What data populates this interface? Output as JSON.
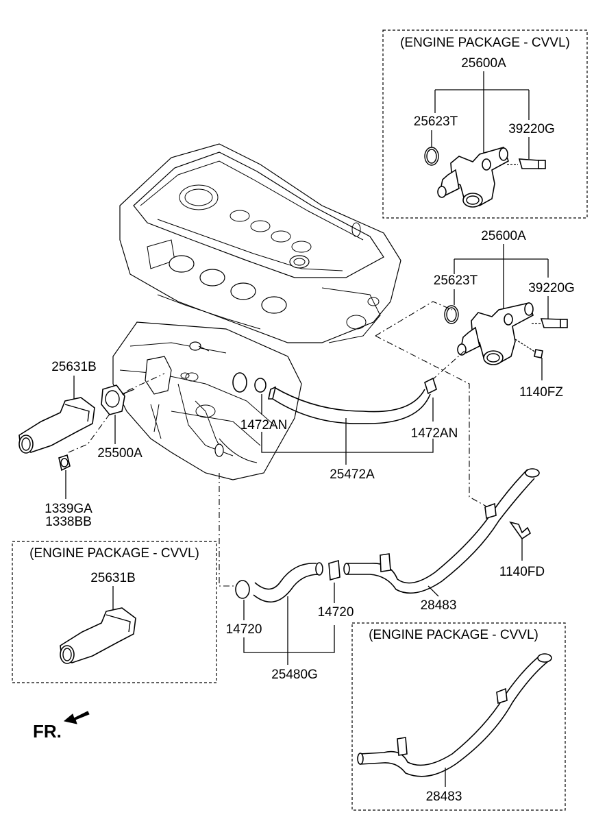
{
  "packages": {
    "top_right": "(ENGINE PACKAGE - CVVL)",
    "left": "(ENGINE PACKAGE - CVVL)",
    "bottom_right": "(ENGINE PACKAGE - CVVL)"
  },
  "labels": {
    "pkg_tr_assembly": "25600A",
    "pkg_tr_gasket": "25623T",
    "pkg_tr_sensor": "39220G",
    "assembly": "25600A",
    "gasket": "25623T",
    "sensor": "39220G",
    "bolt_fz": "1140FZ",
    "thermostat_cover": "25631B",
    "thermostat": "25500A",
    "plug_1": "1339GA",
    "plug_2": "1338BB",
    "clamp_left": "1472AN",
    "clamp_right": "1472AN",
    "hose_upper": "25472A",
    "pkg_left_cover": "25631B",
    "bolt_fd": "1140FD",
    "pipe": "28483",
    "clamp_lower_left": "14720",
    "clamp_lower_right": "14720",
    "hose_lower": "25480G",
    "pkg_br_pipe": "28483",
    "front": "FR."
  },
  "icons": {
    "front_arrow": "front-direction-arrow-icon"
  }
}
